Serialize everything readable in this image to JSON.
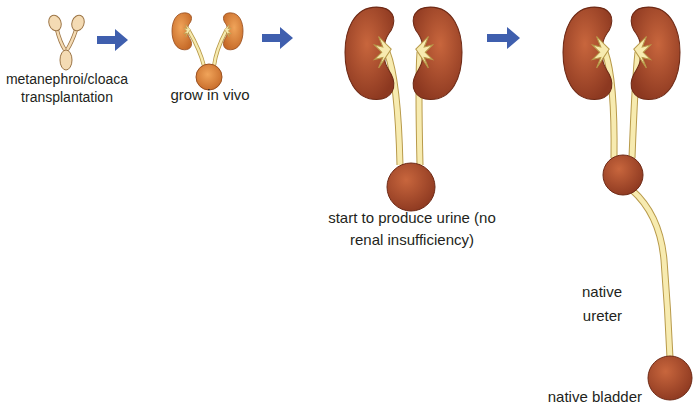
{
  "diagram": {
    "labels": [
      "metanephroi/cloaca transplantation",
      "grow in vivo",
      "start to produce urine (no renal insufficiency)",
      "native ureter",
      "native bladder"
    ]
  }
}
